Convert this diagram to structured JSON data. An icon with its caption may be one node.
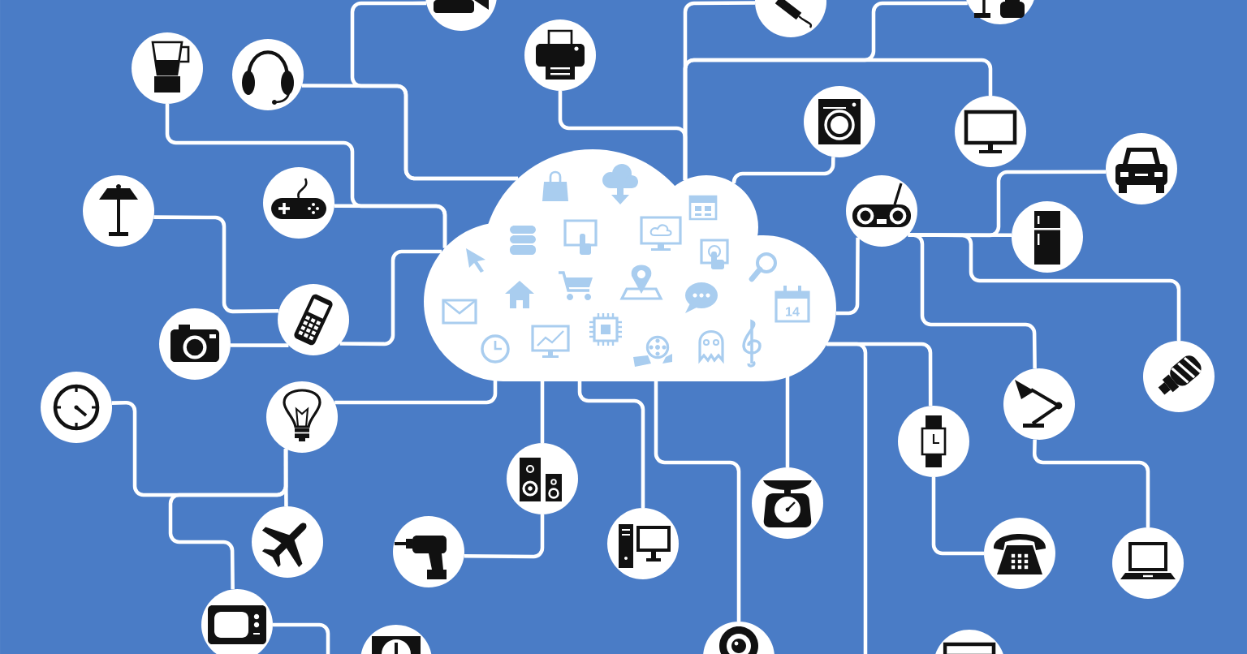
{
  "diagram": {
    "nodes": [
      {
        "text": [],
        "shape": "cloud"
      },
      {
        "text": [],
        "shape": "circle"
      },
      {
        "text": [],
        "shape": "circle"
      },
      {
        "text": [],
        "shape": "circle"
      },
      {
        "text": [],
        "shape": "circle"
      },
      {
        "text": [],
        "shape": "circle"
      },
      {
        "text": [],
        "shape": "circle"
      },
      {
        "text": [],
        "shape": "circle"
      },
      {
        "text": [],
        "shape": "circle"
      },
      {
        "text": [],
        "shape": "circle"
      },
      {
        "text": [],
        "shape": "circle"
      },
      {
        "text": [],
        "shape": "circle"
      },
      {
        "text": [],
        "shape": "circle"
      },
      {
        "text": [],
        "shape": "circle"
      },
      {
        "text": [],
        "shape": "circle"
      },
      {
        "text": [],
        "shape": "circle"
      },
      {
        "text": [],
        "shape": "circle"
      },
      {
        "text": [],
        "shape": "circle"
      },
      {
        "text": [],
        "shape": "circle"
      },
      {
        "text": [],
        "shape": "circle"
      },
      {
        "text": [],
        "shape": "circle"
      },
      {
        "text": [],
        "shape": "circle"
      },
      {
        "text": [],
        "shape": "circle"
      },
      {
        "text": [],
        "shape": "circle"
      },
      {
        "text": [],
        "shape": "circle"
      },
      {
        "text": [],
        "shape": "circle"
      },
      {
        "text": [],
        "shape": "circle"
      },
      {
        "text": [],
        "shape": "circle"
      },
      {
        "text": [],
        "shape": "circle"
      },
      {
        "text": [],
        "shape": "circle"
      },
      {
        "text": [],
        "shape": "circle"
      },
      {
        "text": [],
        "shape": "circle"
      }
    ],
    "edges": [
      {
        "from": 1,
        "to": 0,
        "arrow": "none"
      },
      {
        "from": 5,
        "to": 0,
        "arrow": "none"
      },
      {
        "from": 4,
        "to": 0,
        "arrow": "none"
      },
      {
        "from": 10,
        "to": 0,
        "arrow": "none"
      },
      {
        "from": 11,
        "to": 14,
        "arrow": "none"
      },
      {
        "from": 15,
        "to": 14,
        "arrow": "none"
      },
      {
        "from": 14,
        "to": 0,
        "arrow": "none"
      },
      {
        "from": 18,
        "to": 19,
        "arrow": "none"
      },
      {
        "from": 28,
        "to": 19,
        "arrow": "none"
      },
      {
        "from": 23,
        "to": 19,
        "arrow": "none"
      },
      {
        "from": 19,
        "to": 0,
        "arrow": "none"
      },
      {
        "from": 28,
        "to": null,
        "arrow": "none"
      },
      {
        "from": 24,
        "to": 21,
        "arrow": "none"
      },
      {
        "from": 21,
        "to": 0,
        "arrow": "none"
      },
      {
        "from": 25,
        "to": 0,
        "arrow": "none"
      },
      {
        "from": 29,
        "to": 0,
        "arrow": "none"
      },
      {
        "from": 22,
        "to": 0,
        "arrow": "none"
      },
      {
        "from": 7,
        "to": 0,
        "arrow": "none"
      },
      {
        "from": 2,
        "to": 0,
        "arrow": "none"
      },
      {
        "from": 6,
        "to": 0,
        "arrow": "none"
      },
      {
        "from": 8,
        "to": 0,
        "arrow": "none"
      },
      {
        "from": 3,
        "to": 0,
        "arrow": "none"
      },
      {
        "from": 12,
        "to": 0,
        "arrow": "none"
      },
      {
        "from": 13,
        "to": 12,
        "arrow": "none"
      },
      {
        "from": 9,
        "to": 12,
        "arrow": "none"
      },
      {
        "from": 16,
        "to": 12,
        "arrow": "none"
      },
      {
        "from": 17,
        "to": 12,
        "arrow": "none"
      },
      {
        "from": 27,
        "to": 17,
        "arrow": "none"
      },
      {
        "from": 20,
        "to": 0,
        "arrow": "none"
      },
      {
        "from": 0,
        "to": null,
        "arrow": "none"
      },
      {
        "from": 26,
        "to": 20,
        "arrow": "none"
      }
    ],
    "labels": [
      "14"
    ]
  }
}
